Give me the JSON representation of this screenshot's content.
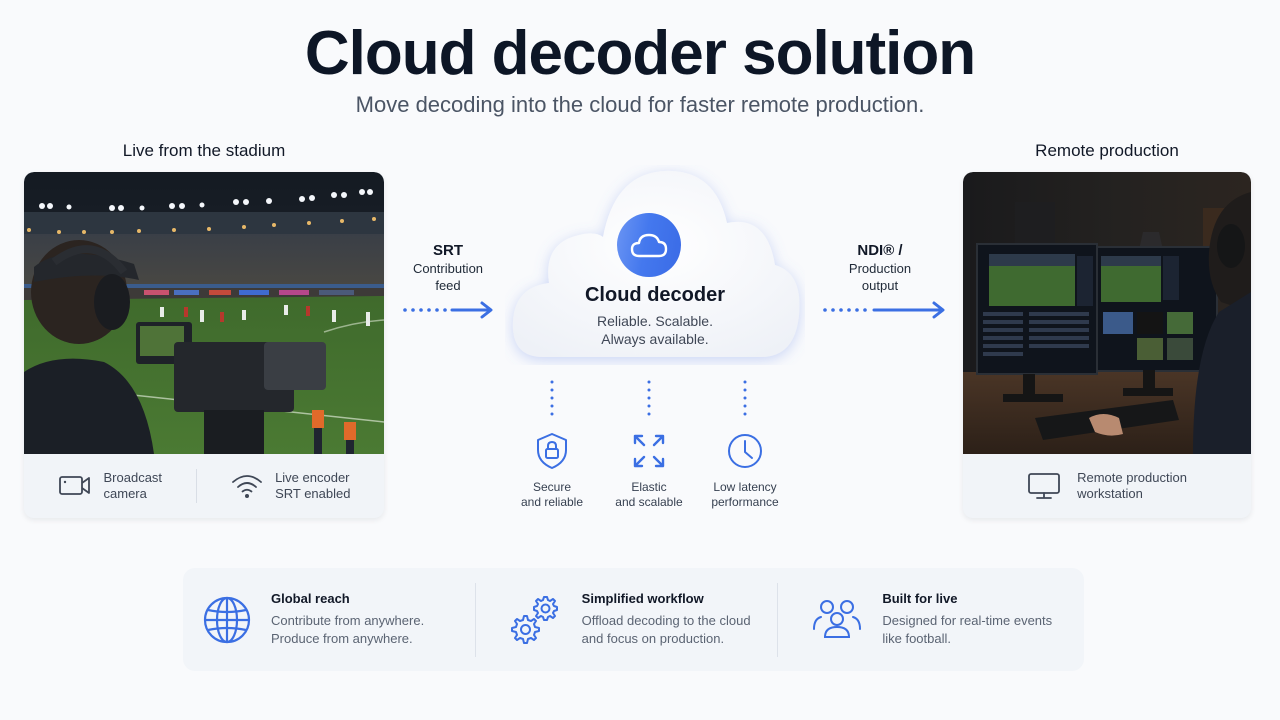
{
  "header": {
    "title": "Cloud decoder solution",
    "subtitle": "Move decoding into the cloud for faster remote production."
  },
  "left": {
    "heading": "Live from the stadium",
    "captions": [
      {
        "icon": "video-camera-icon",
        "line1": "Broadcast",
        "line2": "camera"
      },
      {
        "icon": "wifi-icon",
        "line1": "Live encoder",
        "line2": "SRT enabled"
      }
    ]
  },
  "input_flow": {
    "title": "SRT",
    "line1": "Contribution",
    "line2": "feed"
  },
  "cloud": {
    "icon": "cloud-icon",
    "title": "Cloud decoder",
    "line1": "Reliable. Scalable.",
    "line2": "Always available."
  },
  "features": [
    {
      "icon": "shield-lock-icon",
      "line1": "Secure",
      "line2": "and reliable"
    },
    {
      "icon": "expand-arrows-icon",
      "line1": "Elastic",
      "line2": "and scalable"
    },
    {
      "icon": "clock-icon",
      "line1": "Low latency",
      "line2": "performance"
    }
  ],
  "output_flow": {
    "title": "NDI® /",
    "line1": "Production",
    "line2": "output"
  },
  "right": {
    "heading": "Remote production",
    "caption": {
      "icon": "monitor-icon",
      "line1": "Remote production",
      "line2": "workstation"
    }
  },
  "benefits": [
    {
      "icon": "globe-icon",
      "title": "Global reach",
      "line1": "Contribute from anywhere.",
      "line2": "Produce from anywhere."
    },
    {
      "icon": "gears-icon",
      "title": "Simplified workflow",
      "line1": "Offload decoding to the cloud",
      "line2": "and focus on production."
    },
    {
      "icon": "users-icon",
      "title": "Built for live",
      "line1": "Designed for real-time events",
      "line2": "like football."
    }
  ],
  "colors": {
    "accent": "#3b6fe3",
    "title": "#0d1626",
    "body_text": "#4b5565",
    "background": "#f9fafc",
    "card": "#f1f4f8"
  }
}
